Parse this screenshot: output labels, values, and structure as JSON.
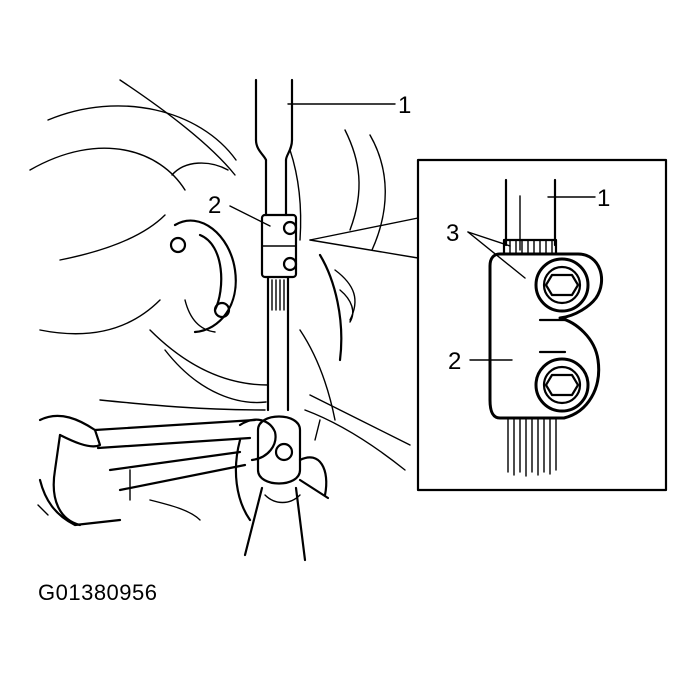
{
  "figure": {
    "code": "G01380956",
    "main_labels": {
      "shaft": "1",
      "joint": "2"
    },
    "detail_labels": {
      "shaft": "1",
      "marks": "3",
      "joint": "2"
    }
  }
}
